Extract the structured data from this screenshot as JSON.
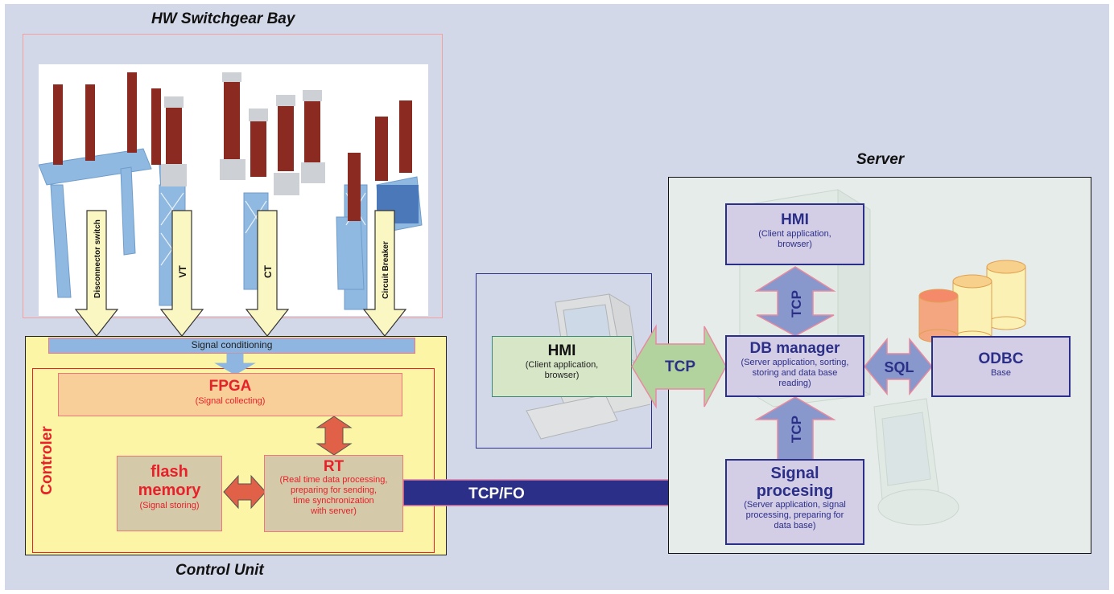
{
  "titles": {
    "switchgear": "HW Switchgear Bay",
    "control_unit": "Control Unit",
    "server": "Server"
  },
  "sensors": [
    "Disconnector switch",
    "VT",
    "CT",
    "Circuit Breaker"
  ],
  "control": {
    "signal_conditioning": "Signal conditioning",
    "controller_label": "Controler",
    "fpga_title": "FPGA",
    "fpga_sub": "(Signal collecting)",
    "flash_title_1": "flash",
    "flash_title_2": "memory",
    "flash_sub": "(Signal storing)",
    "rt_title": "RT",
    "rt_sub_1": "(Real time data processing,",
    "rt_sub_2": "preparing for sending,",
    "rt_sub_3": "time synchronization",
    "rt_sub_4": "with server)"
  },
  "links": {
    "tcp_fo": "TCP/FO",
    "tcp_client": "TCP",
    "tcp_hmi": "TCP",
    "tcp_signal": "TCP",
    "sql": "SQL"
  },
  "client": {
    "hmi_title": "HMI",
    "hmi_sub_1": "(Client application,",
    "hmi_sub_2": "browser)"
  },
  "server": {
    "hmi_title": "HMI",
    "hmi_sub_1": "(Client application,",
    "hmi_sub_2": "browser)",
    "db_title": "DB manager",
    "db_sub_1": "(Server application, sorting,",
    "db_sub_2": "storing and data base",
    "db_sub_3": "reading)",
    "odbc_title": "ODBC",
    "odbc_sub": "Base",
    "sig_title_1": "Signal",
    "sig_title_2": "procesing",
    "sig_sub_1": "(Server application, signal",
    "sig_sub_2": "processing, preparing for",
    "sig_sub_3": "data base)"
  },
  "colors": {
    "background": "#d3d8e8",
    "control_unit_fill": "#fbf5a5",
    "controller_red": "#e8202a",
    "server_box_fill": "#e6ece9",
    "process_box_fill": "#d4cde6",
    "navy": "#2b2f88",
    "arrow_blue": "#8898cc",
    "arrow_green": "#b3d39e",
    "arrow_red": "#e06048",
    "arrow_yellow": "#fbf7c3"
  }
}
